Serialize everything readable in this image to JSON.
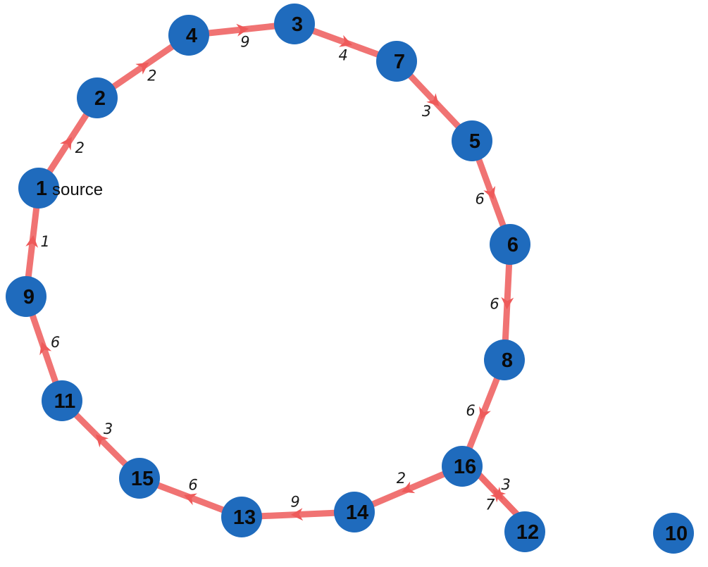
{
  "graph": {
    "directed": true,
    "colors": {
      "node": "#1f6bbd",
      "edge": "#ef6b6b",
      "arrow": "#ee5a5a"
    },
    "nodes": [
      {
        "id": "1",
        "label": "1",
        "tag": "source"
      },
      {
        "id": "2",
        "label": "2"
      },
      {
        "id": "3",
        "label": "3"
      },
      {
        "id": "4",
        "label": "4"
      },
      {
        "id": "5",
        "label": "5"
      },
      {
        "id": "6",
        "label": "6"
      },
      {
        "id": "7",
        "label": "7"
      },
      {
        "id": "8",
        "label": "8"
      },
      {
        "id": "9",
        "label": "9"
      },
      {
        "id": "10",
        "label": "10"
      },
      {
        "id": "11",
        "label": "11"
      },
      {
        "id": "12",
        "label": "12"
      },
      {
        "id": "13",
        "label": "13"
      },
      {
        "id": "14",
        "label": "14"
      },
      {
        "id": "15",
        "label": "15"
      },
      {
        "id": "16",
        "label": "16"
      }
    ],
    "edges": [
      {
        "from": "1",
        "to": "2",
        "weight": "2"
      },
      {
        "from": "2",
        "to": "4",
        "weight": "2"
      },
      {
        "from": "4",
        "to": "3",
        "weight": "9"
      },
      {
        "from": "3",
        "to": "7",
        "weight": "4"
      },
      {
        "from": "7",
        "to": "5",
        "weight": "3"
      },
      {
        "from": "5",
        "to": "6",
        "weight": "6"
      },
      {
        "from": "6",
        "to": "8",
        "weight": "6"
      },
      {
        "from": "8",
        "to": "16",
        "weight": "6"
      },
      {
        "from": "16",
        "to": "12",
        "weight": "7"
      },
      {
        "from": "12",
        "to": "16",
        "weight": "3"
      },
      {
        "from": "16",
        "to": "14",
        "weight": "2"
      },
      {
        "from": "14",
        "to": "13",
        "weight": "9"
      },
      {
        "from": "13",
        "to": "15",
        "weight": "6"
      },
      {
        "from": "15",
        "to": "11",
        "weight": "3"
      },
      {
        "from": "11",
        "to": "9",
        "weight": "6"
      },
      {
        "from": "9",
        "to": "1",
        "weight": "1"
      }
    ]
  }
}
